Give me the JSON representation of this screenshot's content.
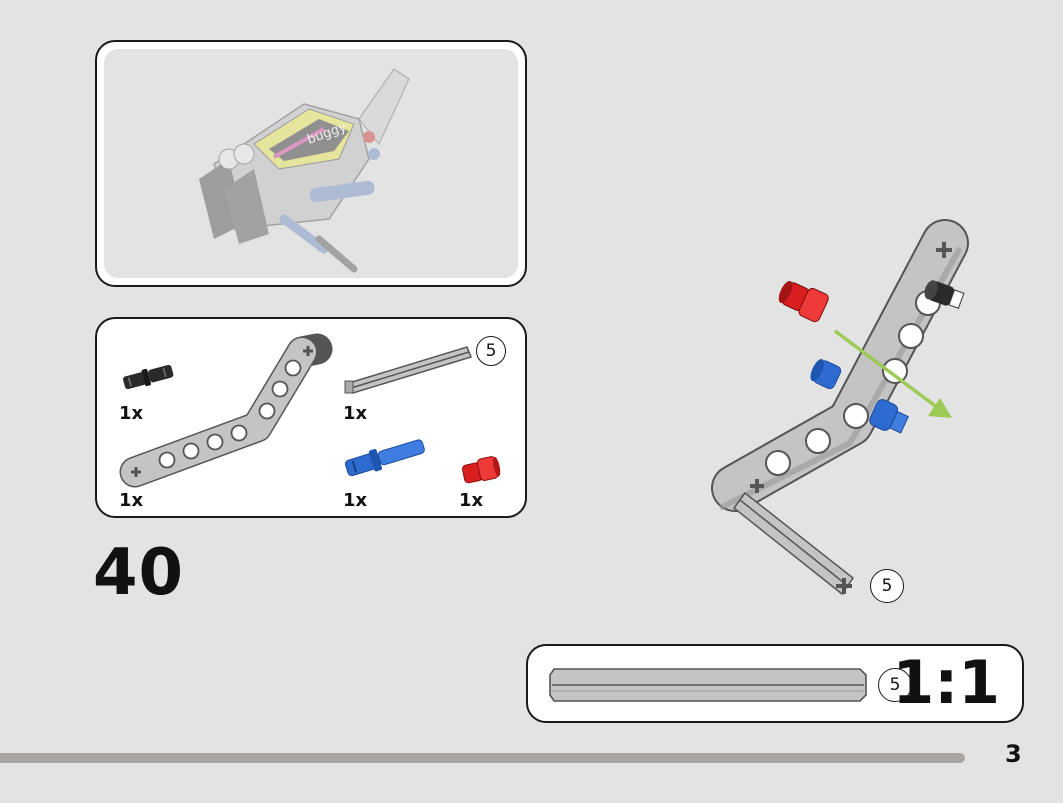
{
  "step": {
    "number": "40"
  },
  "context": {
    "model_label": "buggy",
    "colors": {
      "yellow": "#e8e64a",
      "magenta": "#d23c9a",
      "dark": "#2b2b2b",
      "light_grey": "#b9b9b9",
      "blue": "#6e8fc4"
    }
  },
  "parts_list": {
    "items": [
      {
        "name": "black-pin",
        "quantity": "1x"
      },
      {
        "name": "grey-axle",
        "quantity": "1x",
        "length_label": "5"
      },
      {
        "name": "grey-bent-beam",
        "quantity": "1x"
      },
      {
        "name": "blue-pin",
        "quantity": "1x"
      },
      {
        "name": "red-connector",
        "quantity": "1x"
      }
    ]
  },
  "assembly": {
    "axle_length_label": "5"
  },
  "ruler": {
    "axle_length_label": "5",
    "scale": "1:1"
  },
  "footer": {
    "page_number": "3",
    "progress_color": "#a9a5a1"
  },
  "colors": {
    "background": "#e3e3e3",
    "beam_grey": "#c4c4c4",
    "beam_edge": "#555555",
    "pin_blue": "#2d6bd1",
    "pin_red": "#d81e1e",
    "pin_black": "#2a2a2a",
    "arrow_green": "#9ccb55"
  }
}
